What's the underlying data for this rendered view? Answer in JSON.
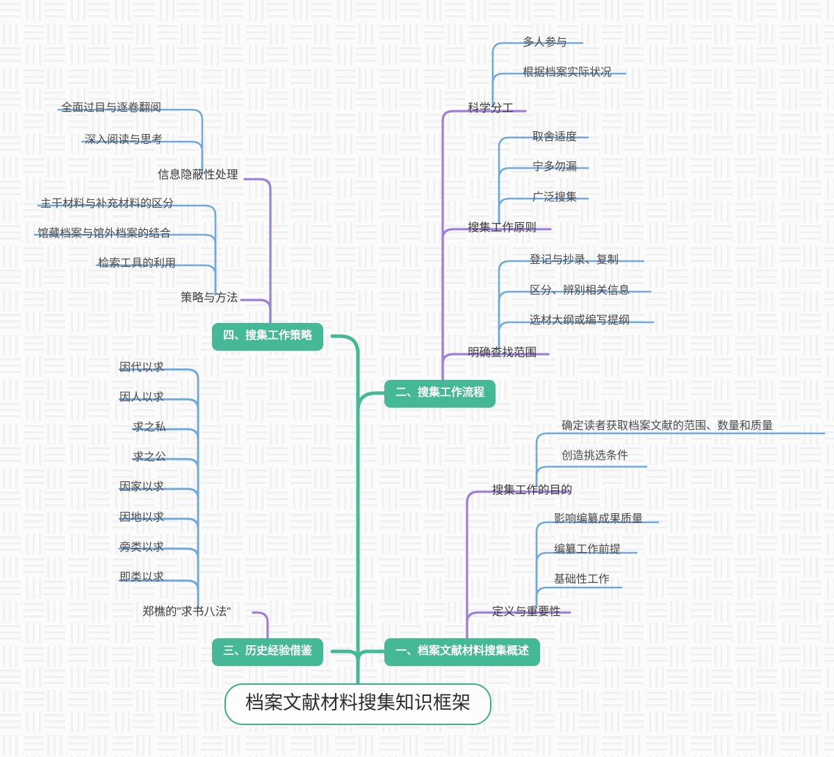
{
  "title": "档案文献材料搜集知识框架",
  "theme": {
    "root_border": "#3cb083",
    "branch_green": "#45b896",
    "connector_green": "#45b896",
    "connector_purple": "#9b7fdb",
    "connector_blue": "#6fa8dc",
    "text_dark": "#3a3a3a",
    "canvas": "#fbfbfb"
  },
  "root": {
    "label": "档案文献材料搜集知识框架"
  },
  "branches": [
    {
      "id": "b1",
      "label": "一、档案文献材料搜集概述",
      "children": [
        {
          "label": "搜集工作的目的",
          "leaves": [
            "确定读者获取档案文献的范围、数量和质量",
            "创造挑选条件"
          ]
        },
        {
          "label": "定义与重要性",
          "leaves": [
            "影响编纂成果质量",
            "编纂工作前提",
            "基础性工作"
          ]
        }
      ]
    },
    {
      "id": "b2",
      "label": "二、搜集工作流程",
      "children": [
        {
          "label": "科学分工",
          "leaves": [
            "多人参与",
            "根据档案实际状况"
          ]
        },
        {
          "label": "搜集工作原则",
          "leaves": [
            "取舍适度",
            "宁多勿漏",
            "广泛搜集"
          ]
        },
        {
          "label": "明确查找范围",
          "leaves": [
            "登记与抄录、复制",
            "区分、辨别相关信息",
            "选材大纲或编写提纲"
          ]
        }
      ]
    },
    {
      "id": "b3",
      "label": "三、历史经验借鉴",
      "children": [
        {
          "label": "郑樵的\"求书八法\"",
          "leaves": [
            "因代以求",
            "因人以求",
            "求之私",
            "求之公",
            "因家以求",
            "因地以求",
            "旁类以求",
            "即类以求"
          ]
        }
      ]
    },
    {
      "id": "b4",
      "label": "四、搜集工作策略",
      "children": [
        {
          "label": "信息隐蔽性处理",
          "leaves": [
            "全面过目与逐卷翻阅",
            "深入阅读与思考"
          ]
        },
        {
          "label": "策略与方法",
          "leaves": [
            "主干材料与补充材料的区分",
            "馆藏档案与馆外档案的结合",
            "检索工具的利用"
          ]
        }
      ]
    }
  ],
  "labels": {
    "b1_c0": "搜集工作的目的",
    "b1_c0_l0": "确定读者获取档案文献的范围、数量和质量",
    "b1_c0_l1": "创造挑选条件",
    "b1_c1": "定义与重要性",
    "b1_c1_l0": "影响编纂成果质量",
    "b1_c1_l1": "编纂工作前提",
    "b1_c1_l2": "基础性工作",
    "b2_c0": "科学分工",
    "b2_c0_l0": "多人参与",
    "b2_c0_l1": "根据档案实际状况",
    "b2_c1": "搜集工作原则",
    "b2_c1_l0": "取舍适度",
    "b2_c1_l1": "宁多勿漏",
    "b2_c1_l2": "广泛搜集",
    "b2_c2": "明确查找范围",
    "b2_c2_l0": "登记与抄录、复制",
    "b2_c2_l1": "区分、辨别相关信息",
    "b2_c2_l2": "选材大纲或编写提纲",
    "b3_c0": "郑樵的\"求书八法\"",
    "b3_c0_l0": "因代以求",
    "b3_c0_l1": "因人以求",
    "b3_c0_l2": "求之私",
    "b3_c0_l3": "求之公",
    "b3_c0_l4": "因家以求",
    "b3_c0_l5": "因地以求",
    "b3_c0_l6": "旁类以求",
    "b3_c0_l7": "即类以求",
    "b4_c0": "信息隐蔽性处理",
    "b4_c0_l0": "全面过目与逐卷翻阅",
    "b4_c0_l1": "深入阅读与思考",
    "b4_c1": "策略与方法",
    "b4_c1_l0": "主干材料与补充材料的区分",
    "b4_c1_l1": "馆藏档案与馆外档案的结合",
    "b4_c1_l2": "检索工具的利用",
    "b1": "一、档案文献材料搜集概述",
    "b2": "二、搜集工作流程",
    "b3": "三、历史经验借鉴",
    "b4": "四、搜集工作策略"
  }
}
